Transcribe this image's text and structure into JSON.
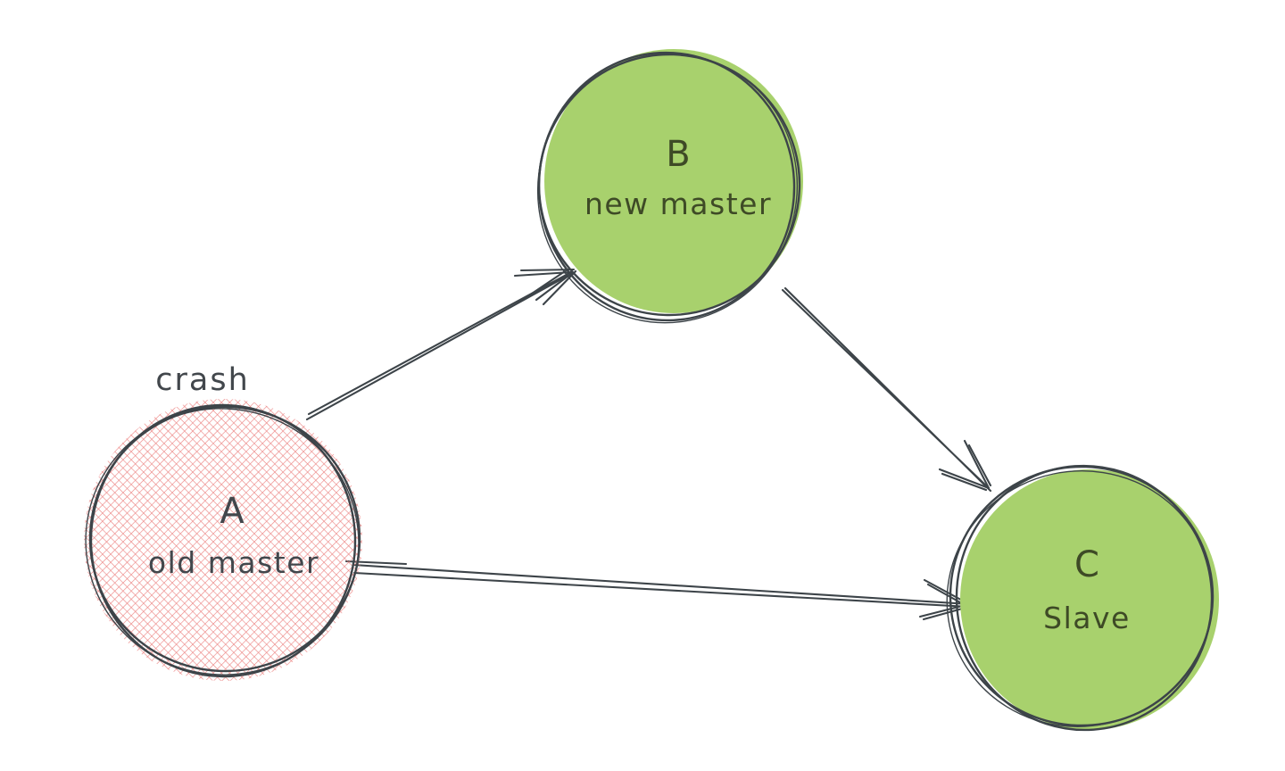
{
  "annotation": {
    "text": "crash"
  },
  "nodes": {
    "a": {
      "letter": "A",
      "label": "old master"
    },
    "b": {
      "letter": "B",
      "label": "new master"
    },
    "c": {
      "letter": "C",
      "label": "Slave"
    }
  },
  "edges": [
    {
      "from": "A",
      "to": "B"
    },
    {
      "from": "B",
      "to": "C"
    },
    {
      "from": "A",
      "to": "C"
    }
  ],
  "colors": {
    "background": "#ffffff",
    "node_green": "#a8d16d",
    "hatch_red": "#ec8482",
    "outline_dark": "#3d4449",
    "stroke_dark": "#3d4449",
    "text_dark": "#42474c",
    "text_on_green": "#3e4a26"
  }
}
